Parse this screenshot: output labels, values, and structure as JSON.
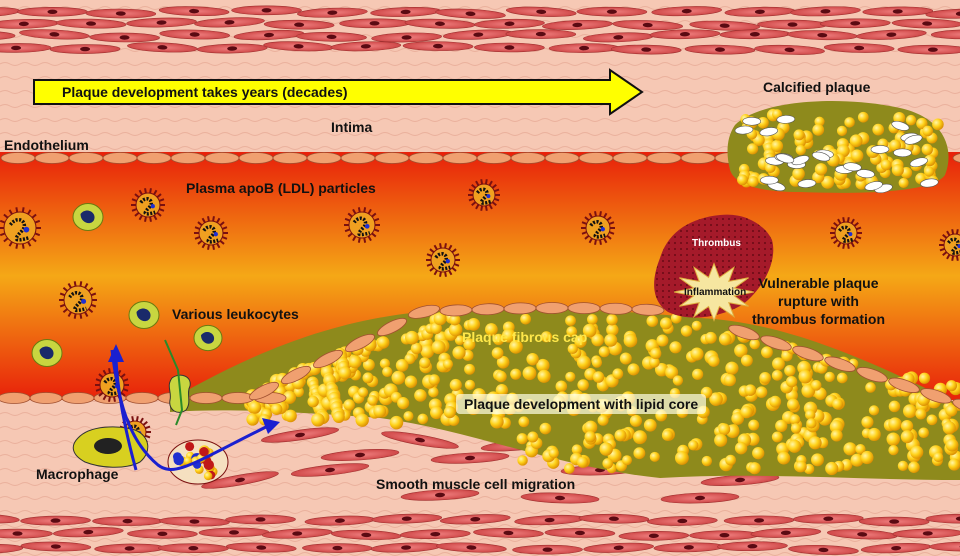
{
  "labels": {
    "timeline": "Plaque development takes years (decades)",
    "calcified": "Calcified plaque",
    "intima": "Intima",
    "endothelium": "Endothelium",
    "plasma": "Plasma apoB (LDL) particles",
    "leukocytes": "Various leukocytes",
    "thrombus": "Thrombus",
    "inflammation": "Inflammation",
    "vulnerable": "Vulnerable plaque\nrupture with\nthrombus formation",
    "fibrous_cap": "Plaque fibrous cap",
    "lipid_core": "Plaque development with lipid core",
    "macrophage": "Macrophage",
    "smc_migration": "Smooth muscle cell migration"
  },
  "colors": {
    "background": "#f6c8b4",
    "lumen_edge": "#e8200a",
    "lumen_center": "#f5a816",
    "timeline_arrow": "#ffff00",
    "muscle_cell": "#e05a5a",
    "lipid": "#f5c400",
    "plaque_matrix": "#8e8a1c",
    "thrombus": "#a01a28",
    "fibrous_cap_text": "#ffe84a",
    "leukocyte": "#c8d640",
    "macrophage": "#d8d020"
  }
}
